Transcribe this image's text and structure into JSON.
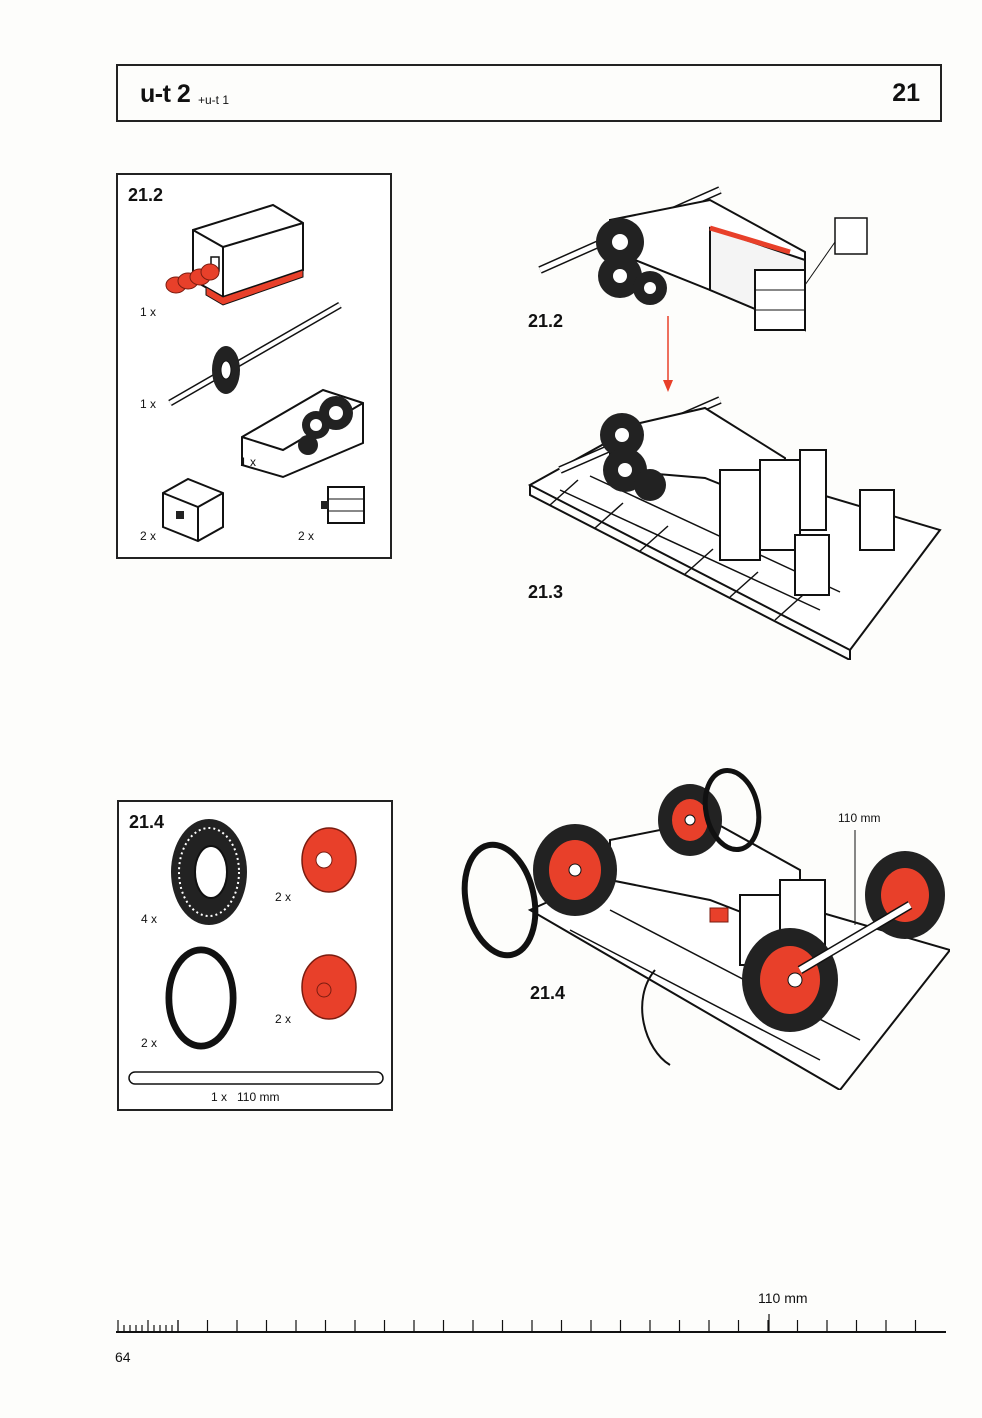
{
  "header": {
    "series": "u-t 2",
    "subseries": "+u-t 1",
    "page_step": "21"
  },
  "box_a": {
    "title": "21.2",
    "qty_motor": "1 x",
    "qty_axle_gear": "1 x",
    "qty_gearbox": "1 x",
    "qty_block": "2 x",
    "qty_clip": "2 x"
  },
  "box_b": {
    "title": "21.4",
    "qty_tire": "4 x",
    "qty_hub_a": "2 x",
    "qty_ring": "2 x",
    "qty_hub_b": "2 x",
    "qty_axle": "1 x",
    "axle_length": "110 mm"
  },
  "steps": {
    "step_a": "21.2",
    "step_b": "21.3",
    "step_c": "21.4",
    "dim_label": "110 mm"
  },
  "footer": {
    "ruler_label": "110 mm",
    "page_number": "64"
  },
  "colors": {
    "accent": "#e8402a",
    "ink": "#111111",
    "paper": "#fdfdfb"
  }
}
